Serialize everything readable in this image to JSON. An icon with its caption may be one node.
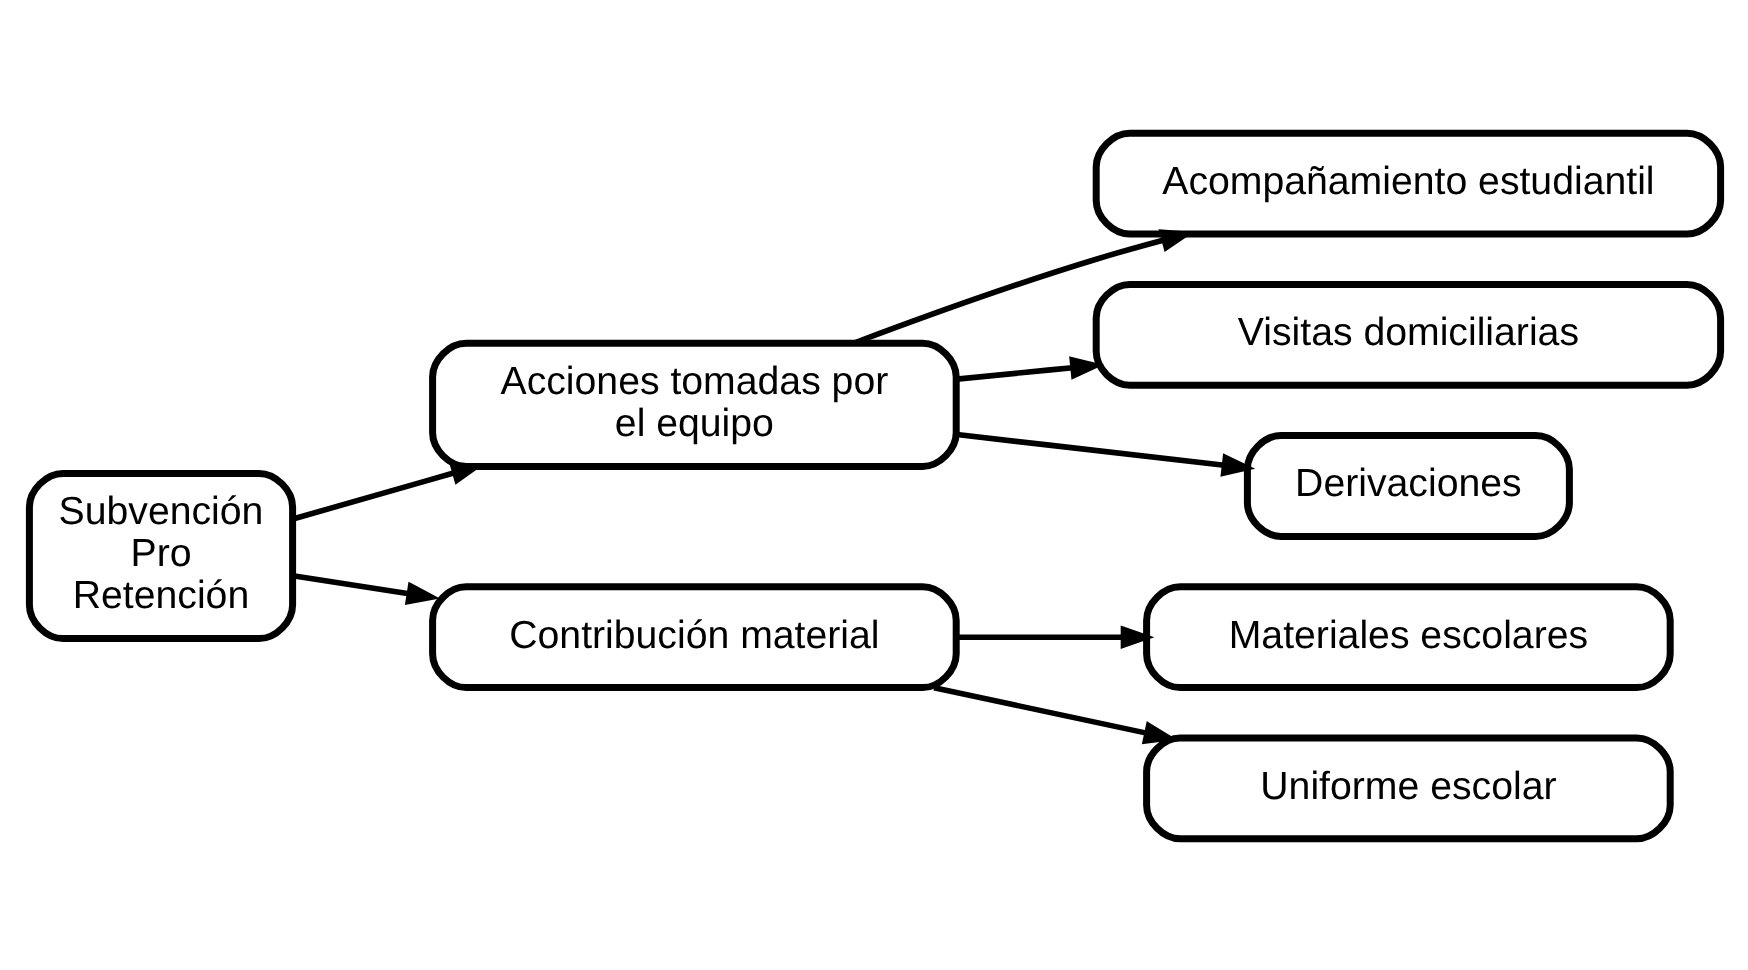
{
  "diagram": {
    "nodes": [
      {
        "text": [
          "Subvención Pro Retención"
        ]
      },
      {
        "text": [
          "Acciones tomadas por el equipo"
        ]
      },
      {
        "text": [
          "Acompañamiento estudiantil"
        ]
      },
      {
        "text": [
          "Visitas domiciliarias"
        ]
      },
      {
        "text": [
          "Derivaciones"
        ]
      },
      {
        "text": [
          "Contribución material"
        ]
      },
      {
        "text": [
          "Materiales escolares"
        ]
      },
      {
        "text": [
          "Uniforme escolar"
        ]
      }
    ],
    "edges": [
      {
        "from": 0,
        "to": 1,
        "arrow": "to"
      },
      {
        "from": 0,
        "to": 5,
        "arrow": "to"
      },
      {
        "from": 1,
        "to": 2,
        "arrow": "to"
      },
      {
        "from": 1,
        "to": 3,
        "arrow": "to"
      },
      {
        "from": 1,
        "to": 4,
        "arrow": "to"
      },
      {
        "from": 5,
        "to": 6,
        "arrow": "to"
      },
      {
        "from": 5,
        "to": 7,
        "arrow": "to"
      }
    ]
  }
}
